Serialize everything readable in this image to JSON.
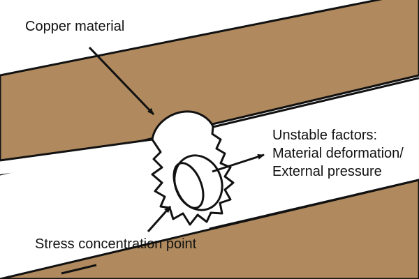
{
  "labels": {
    "copper": "Copper material",
    "unstable_heading": "Unstable factors:",
    "unstable_line1": "Material deformation/",
    "unstable_line2": "External pressure",
    "stress_point": "Stress concentration point"
  },
  "colors": {
    "copper": "#B08A5E",
    "background": "#FFFFFF",
    "outline": "#111111"
  }
}
